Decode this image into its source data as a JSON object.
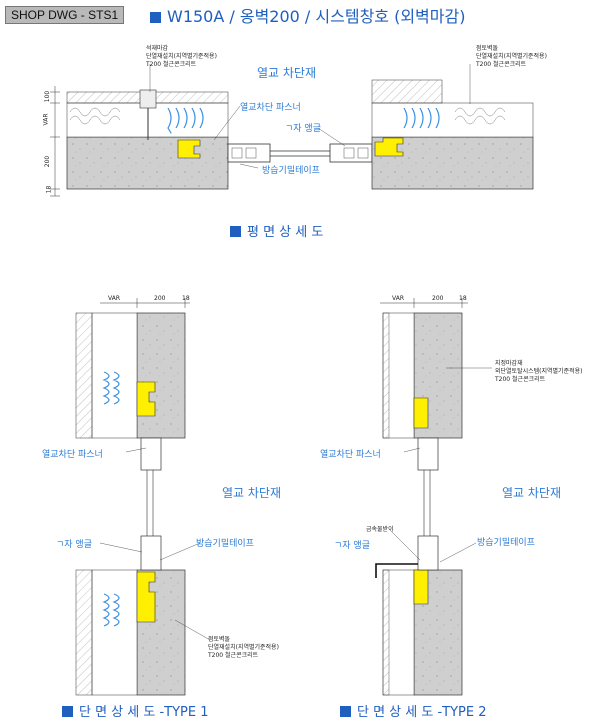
{
  "header": {
    "tag": "SHOP DWG - STS1",
    "title": "W150A / 옹벽200 / 시스템창호 (외벽마감)"
  },
  "plan": {
    "label_thermal_break": "열교 차단재",
    "label_fastener": "열교차단 파스너",
    "label_angle": "ㄱ자 앵글",
    "label_tape": "방습기밀테이프",
    "notes_left": [
      "석재마감",
      "단열재설치(지역별기준적용)",
      "T200 철근콘크리트"
    ],
    "notes_right": [
      "점토벽돌",
      "단열재설치(지역별기준적용)",
      "T200 철근콘크리트"
    ],
    "dims": [
      "100",
      "VAR",
      "200",
      "18"
    ],
    "caption": "평 면 상 세 도"
  },
  "section1": {
    "dims": [
      "VAR",
      "200",
      "18"
    ],
    "label_fastener": "열교차단 파스너",
    "label_thermal_break": "열교 차단재",
    "label_angle": "ㄱ자 앵글",
    "label_tape": "방습기밀테이프",
    "notes": [
      "점토벽돌",
      "단열재설치(지역별기준적용)",
      "T200 철근콘크리트"
    ],
    "caption": "단 면 상 세 도 -TYPE 1"
  },
  "section2": {
    "dims": [
      "VAR",
      "200",
      "18"
    ],
    "notes": [
      "지정마감재",
      "외단열토탈시스템(지역별기준적용)",
      "T200 철근콘크리트"
    ],
    "label_fastener": "열교차단 파스너",
    "label_thermal_break": "열교 차단재",
    "label_angle": "ㄱ자 앵글",
    "label_flashing": "금속물받이",
    "label_tape": "방습기밀테이프",
    "caption": "단 면 상 세 도 -TYPE 2"
  },
  "colors": {
    "accent": "#1f5fbf",
    "label_blue": "#2b7bd6",
    "thermal_break_yellow": "#ffef00",
    "insulation_blue": "#3a8fe0",
    "concrete_gray": "#c9c9c9"
  }
}
